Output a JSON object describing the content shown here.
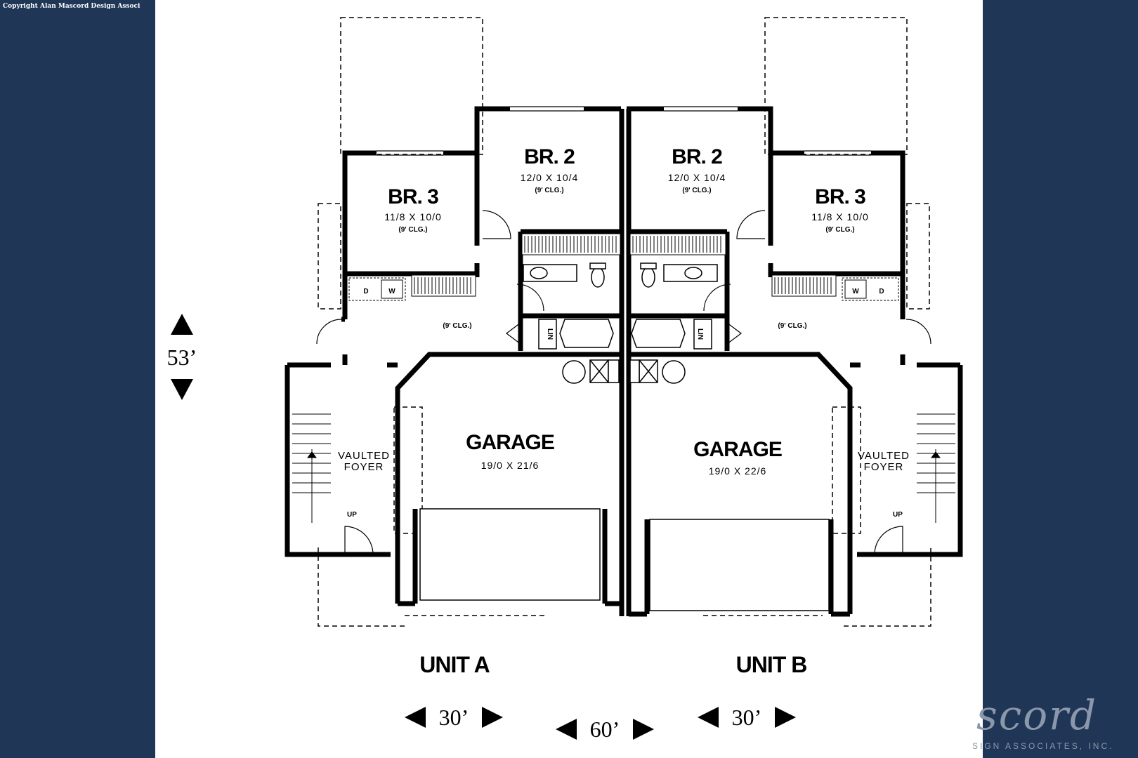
{
  "copyright": "Copyright Alan Mascord Design Associ",
  "rooms": {
    "br3_a": {
      "name": "BR. 3",
      "size": "11/8 X 10/0",
      "clg": "(9' CLG.)"
    },
    "br2_a": {
      "name": "BR. 2",
      "size": "12/0 X 10/4",
      "clg": "(9' CLG.)"
    },
    "br2_b": {
      "name": "BR. 2",
      "size": "12/0 X 10/4",
      "clg": "(9' CLG.)"
    },
    "br3_b": {
      "name": "BR. 3",
      "size": "11/8 X 10/0",
      "clg": "(9' CLG.)"
    },
    "hall_a": {
      "clg": "(9' CLG.)"
    },
    "hall_b": {
      "clg": "(9' CLG.)"
    },
    "garage_a": {
      "name": "GARAGE",
      "size": "19/0 X 21/6"
    },
    "garage_b": {
      "name": "GARAGE",
      "size": "19/0 X 22/6"
    },
    "foyer_a": {
      "line1": "VAULTED",
      "line2": "FOYER",
      "stairs": "UP"
    },
    "foyer_b": {
      "line1": "VAULTED",
      "line2": "FOYER",
      "stairs": "UP"
    },
    "laundry_a": {
      "dryer": "D",
      "washer": "W"
    },
    "laundry_b": {
      "dryer": "D",
      "washer": "W"
    },
    "linen_a": "LIN",
    "linen_b": "LIN"
  },
  "units": {
    "a": "UNIT A",
    "b": "UNIT B"
  },
  "dimensions": {
    "depth": "53’",
    "unit_a_width": "30’",
    "unit_b_width": "30’",
    "total_width": "60’"
  },
  "logo": {
    "script": "scord",
    "tagline": "SIGN ASSOCIATES, INC."
  }
}
